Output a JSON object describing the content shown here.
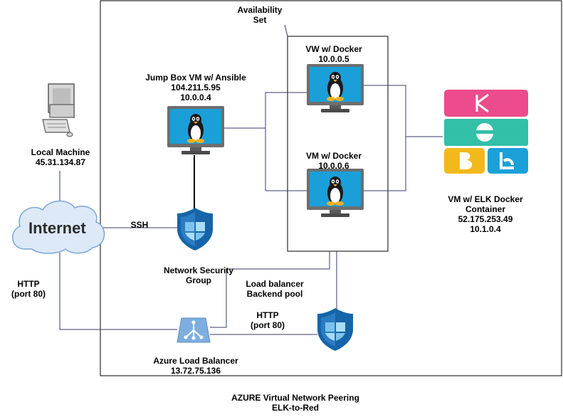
{
  "availability_set": {
    "line1": "Availability",
    "line2": "Set"
  },
  "jump_box": {
    "name": "Jump Box VM w/ Ansible",
    "public_ip": "104.211.5.95",
    "private_ip": "10.0.0.4"
  },
  "web1": {
    "name": "VW w/ Docker",
    "ip": "10.0.0.5"
  },
  "web2": {
    "name": "VM w/ Docker",
    "ip": "10.0.0.6"
  },
  "local_machine": {
    "name": "Local Machine",
    "ip": "45.31.134.87"
  },
  "internet": {
    "label": "Internet"
  },
  "ssh": {
    "label": "SSH"
  },
  "nsg": {
    "line1": "Network Security",
    "line2": "Group"
  },
  "lb_pool": {
    "line1": "Load balancer",
    "line2": "Backend pool"
  },
  "http_left": {
    "line1": "HTTP",
    "line2": "(port 80)"
  },
  "http_mid": {
    "line1": "HTTP",
    "line2": "(port 80)"
  },
  "azure_lb": {
    "name": "Azure Load Balancer",
    "ip": "13.72.75.136"
  },
  "elk_vm": {
    "name": "VM w/ ELK Docker",
    "name2": "Container",
    "public_ip": "52.175.253.49",
    "private_ip": "10.1.0.4"
  },
  "footer": {
    "line1": "AZURE Virtual Network Peering",
    "line2": "ELK-to-Red"
  },
  "colors": {
    "connector": "#3a3a6a",
    "monitor_frame": "#737373",
    "monitor_screen": "#1a9fd9",
    "shield_dark": "#1565a8",
    "shield_light": "#5fb3e6",
    "elk_pink": "#ec4b8c",
    "elk_teal": "#33c0a8",
    "elk_yellow": "#f2b91b",
    "elk_blue": "#1ba0d8"
  }
}
